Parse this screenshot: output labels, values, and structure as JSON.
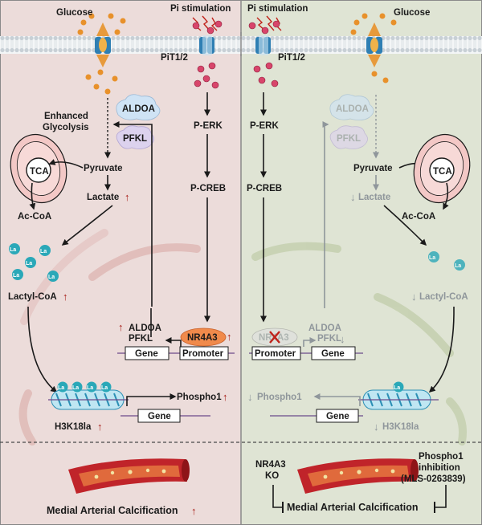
{
  "colors": {
    "left_bg": "#ecdcda",
    "right_bg": "#dfe4d4",
    "up_arrow": "#a8201a",
    "down_arrow": "#8f969b",
    "membrane": "#c8d0d6"
  },
  "left": {
    "glucose": "Glucose",
    "pi_stimulation": "Pi stimulation",
    "pit": "PiT1/2",
    "enhanced": "Enhanced",
    "glycolysis": "Glycolysis",
    "aldoa_cloud": "ALDOA",
    "pfkl_cloud": "PFKL",
    "tca": "TCA",
    "pyruvate": "Pyruvate",
    "lactate": "Lactate",
    "perk": "P-ERK",
    "pcreb": "P-CREB",
    "accoa": "Ac-CoA",
    "la": "La",
    "lactyl_coa": "Lactyl-CoA",
    "aldoa_gene": "ALDOA",
    "pfkl_gene": "PFKL",
    "nr4a3": "NR4A3",
    "gene": "Gene",
    "promoter": "Promoter",
    "phospho1": "Phospho1",
    "h3k18la": "H3K18la",
    "gene2": "Gene",
    "mac": "Medial Arterial Calcification",
    "up": "↑"
  },
  "right": {
    "pi_stimulation": "Pi stimulation",
    "glucose": "Glucose",
    "pit": "PiT1/2",
    "aldoa_cloud": "ALDOA",
    "pfkl_cloud": "PFKL",
    "perk": "P-ERK",
    "pyruvate": "Pyruvate",
    "tca": "TCA",
    "lactate": "Lactate",
    "pcreb": "P-CREB",
    "accoa": "Ac-CoA",
    "la": "La",
    "lactyl_coa": "Lactyl-CoA",
    "nr4a3": "NR4A3",
    "promoter": "Promoter",
    "aldoa_gene": "ALDOA",
    "pfkl_gene": "PFKL",
    "gene": "Gene",
    "phospho1": "Phospho1",
    "gene2": "Gene",
    "h3k18la": "H3K18la",
    "ko_line1": "NR4A3",
    "ko_line2": "KO",
    "inhib_line1": "Phospho1",
    "inhib_line2": "inhibition",
    "inhib_line3": "(MLS-0263839)",
    "mac": "Medial Arterial Calcification",
    "down": "↓"
  }
}
